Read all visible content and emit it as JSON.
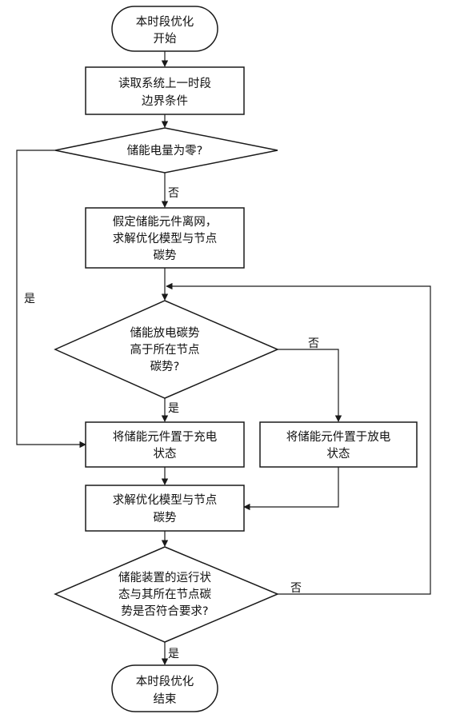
{
  "nodes": {
    "start": {
      "lines": [
        "本时段优化",
        "开始"
      ]
    },
    "read_bound": {
      "lines": [
        "读取系统上一时段",
        "边界条件"
      ]
    },
    "energy_zero": {
      "lines": [
        "储能电量为零?"
      ]
    },
    "assume_off": {
      "lines": [
        "假定储能元件离网，",
        "求解优化模型与节点",
        "碳势"
      ]
    },
    "compare": {
      "lines": [
        "储能放电碳势",
        "高于所在节点",
        "碳势?"
      ]
    },
    "set_charge": {
      "lines": [
        "将储能元件置于充电",
        "状态"
      ]
    },
    "set_discharge": {
      "lines": [
        "将储能元件置于放电",
        "状态"
      ]
    },
    "solve": {
      "lines": [
        "求解优化模型与节点",
        "碳势"
      ]
    },
    "check": {
      "lines": [
        "储能装置的运行状",
        "态与其所在节点碳",
        "势是否符合要求?"
      ]
    },
    "end": {
      "lines": [
        "本时段优化",
        "结束"
      ]
    }
  },
  "edge_labels": {
    "zero_no": "否",
    "zero_yes": "是",
    "compare_no": "否",
    "compare_yes": "是",
    "check_no": "否",
    "check_yes": "是"
  }
}
